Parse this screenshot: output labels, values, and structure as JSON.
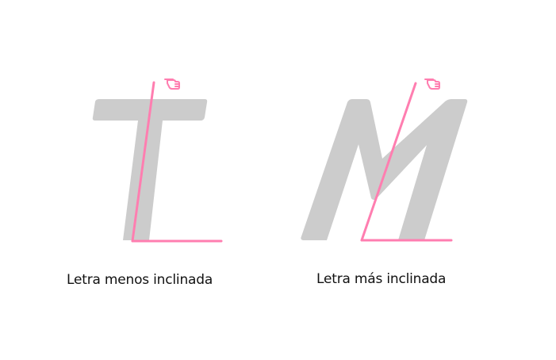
{
  "figures": [
    {
      "letter": "T",
      "caption": "Letra menos inclinada",
      "icon": "pointing-hand-icon"
    },
    {
      "letter": "M",
      "caption": "Letra más inclinada",
      "icon": "pointing-hand-icon"
    }
  ],
  "colors": {
    "letter_fill": "#cccccc",
    "guide_line": "#ff7eb0",
    "text": "#111111"
  }
}
